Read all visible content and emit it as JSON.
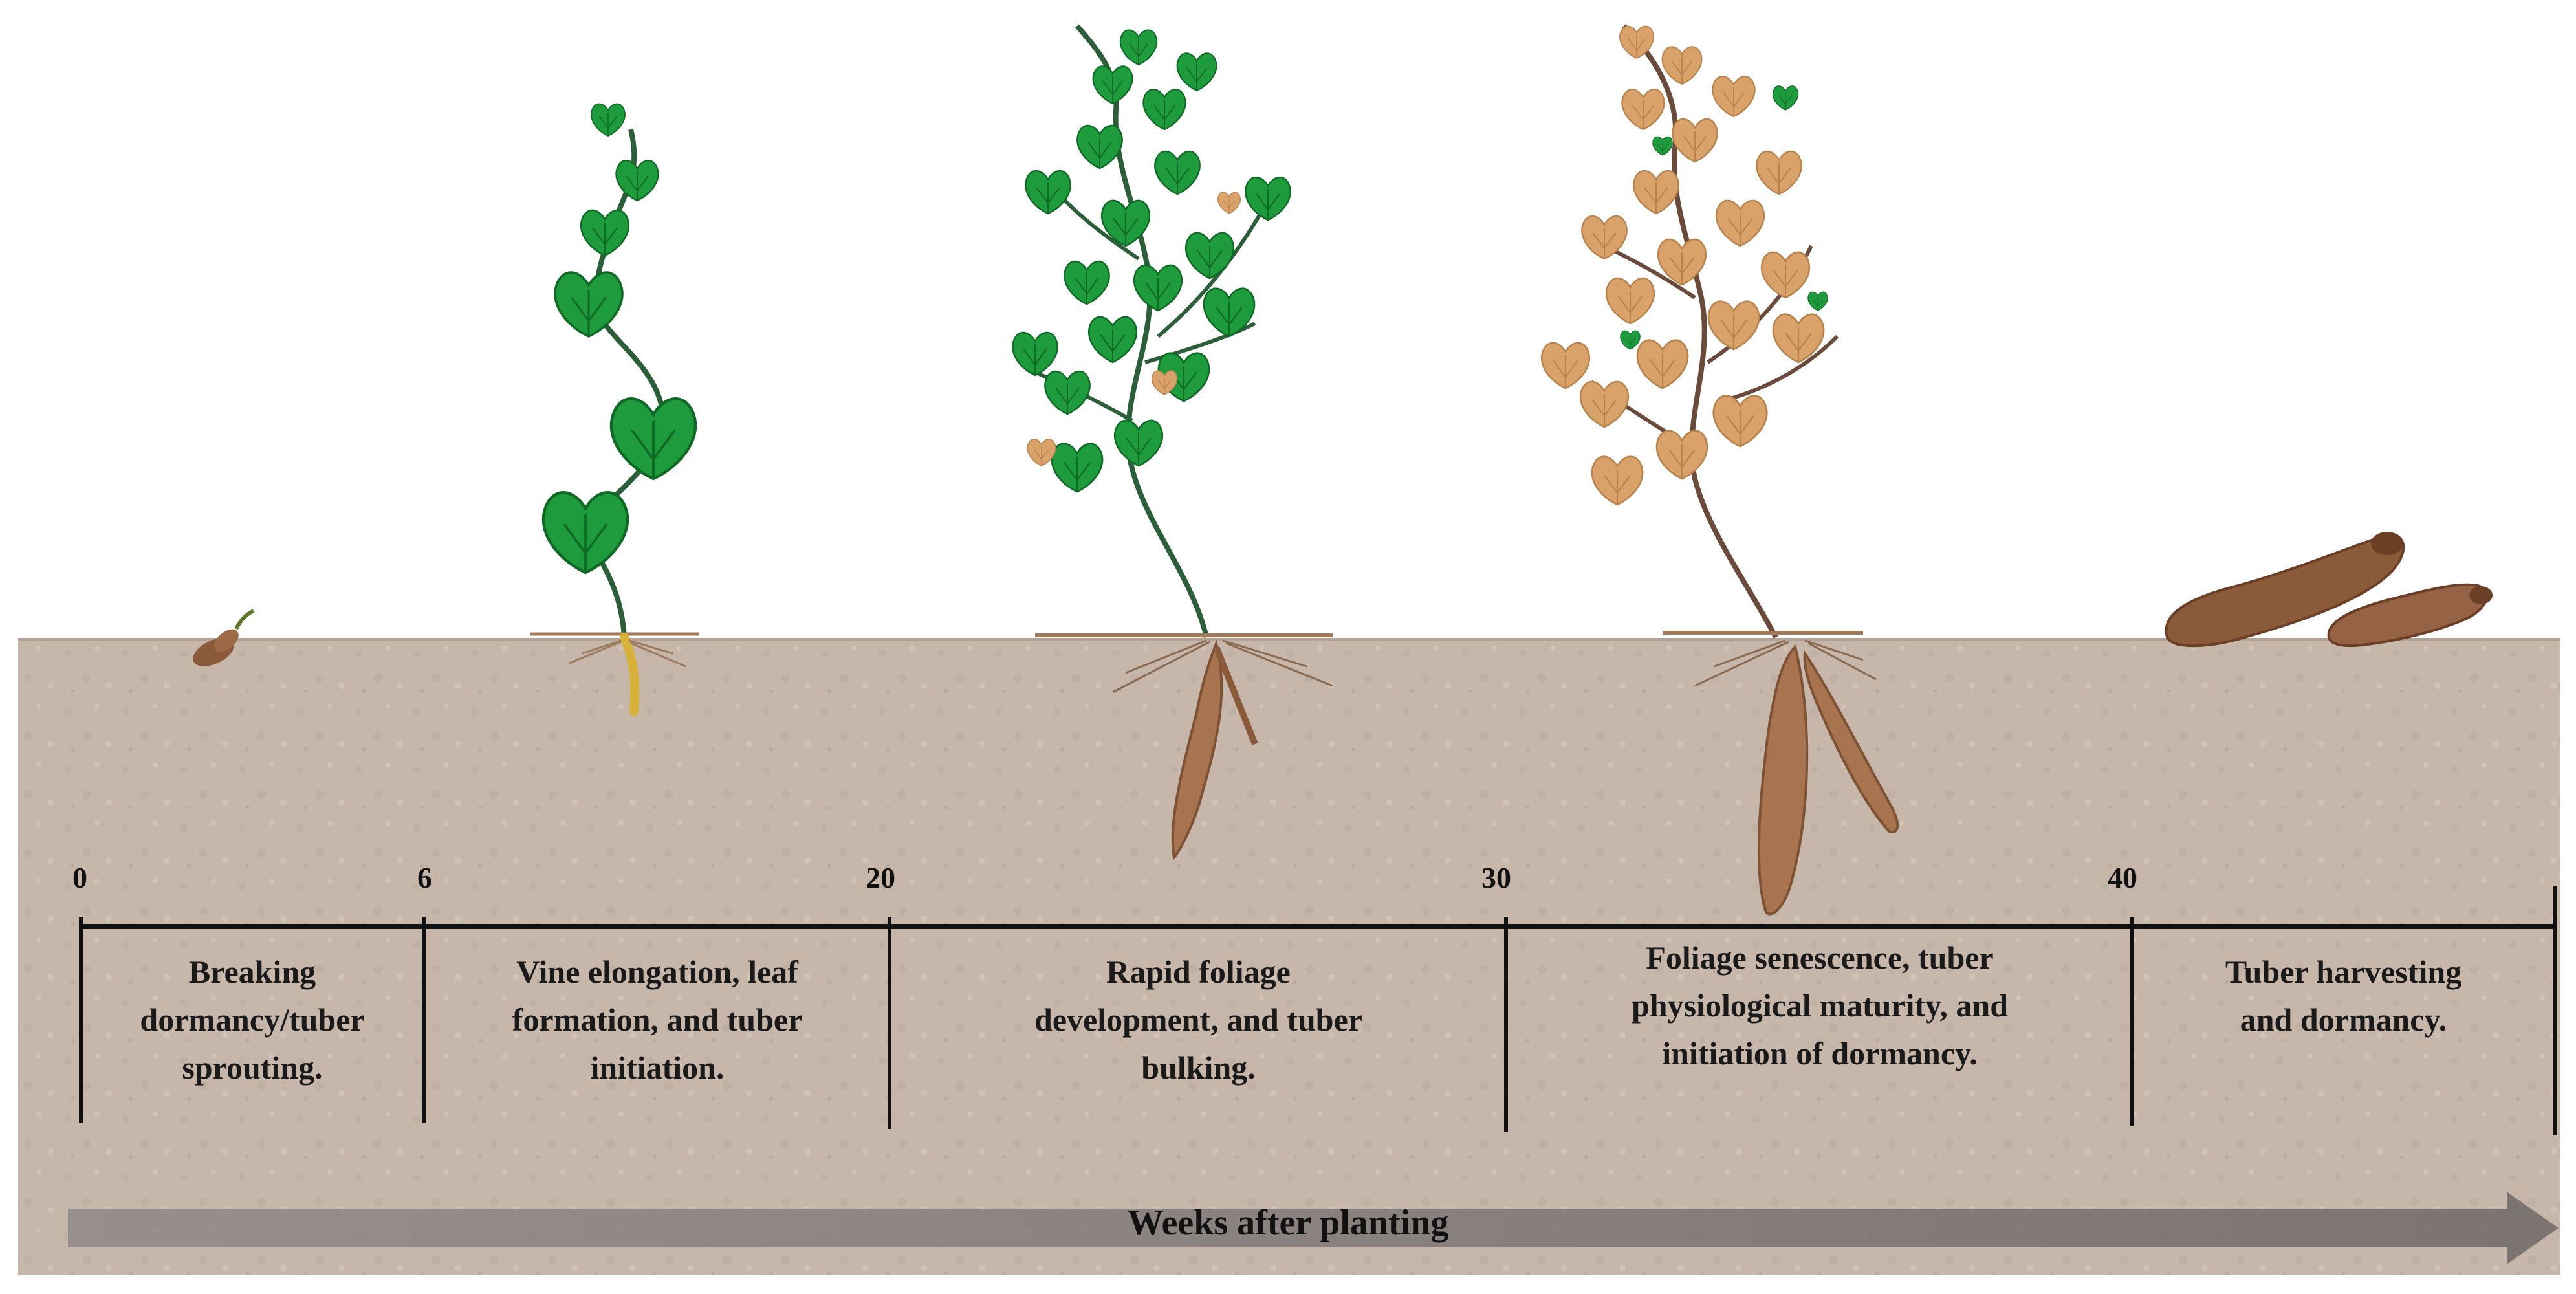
{
  "timeline": {
    "axis_title": "Weeks after planting",
    "ticks": [
      {
        "label": "0"
      },
      {
        "label": "6"
      },
      {
        "label": "20"
      },
      {
        "label": "30"
      },
      {
        "label": "40"
      }
    ],
    "stages": [
      {
        "lines": [
          "Breaking",
          "dormancy/tuber",
          "sprouting."
        ]
      },
      {
        "lines": [
          "Vine elongation, leaf",
          "formation, and tuber",
          "initiation."
        ]
      },
      {
        "lines": [
          "Rapid foliage",
          "development, and tuber",
          "bulking."
        ]
      },
      {
        "lines": [
          "Foliage senescence, tuber",
          "physiological maturity, and",
          "initiation of dormancy."
        ]
      },
      {
        "lines": [
          "Tuber harvesting",
          "and dormancy."
        ]
      }
    ]
  },
  "colors": {
    "soil": "#c7b7ab",
    "leaf_green": "#1e9b3c",
    "leaf_senescent": "#d9a26a",
    "tuber": "#8a5a3a",
    "axis": "#111111",
    "arrow": "#7a7472"
  },
  "icons": [
    "sprouting-tuber-icon",
    "young-vine-icon",
    "leafy-vine-icon",
    "senescent-vine-icon",
    "harvested-tuber-icon"
  ]
}
